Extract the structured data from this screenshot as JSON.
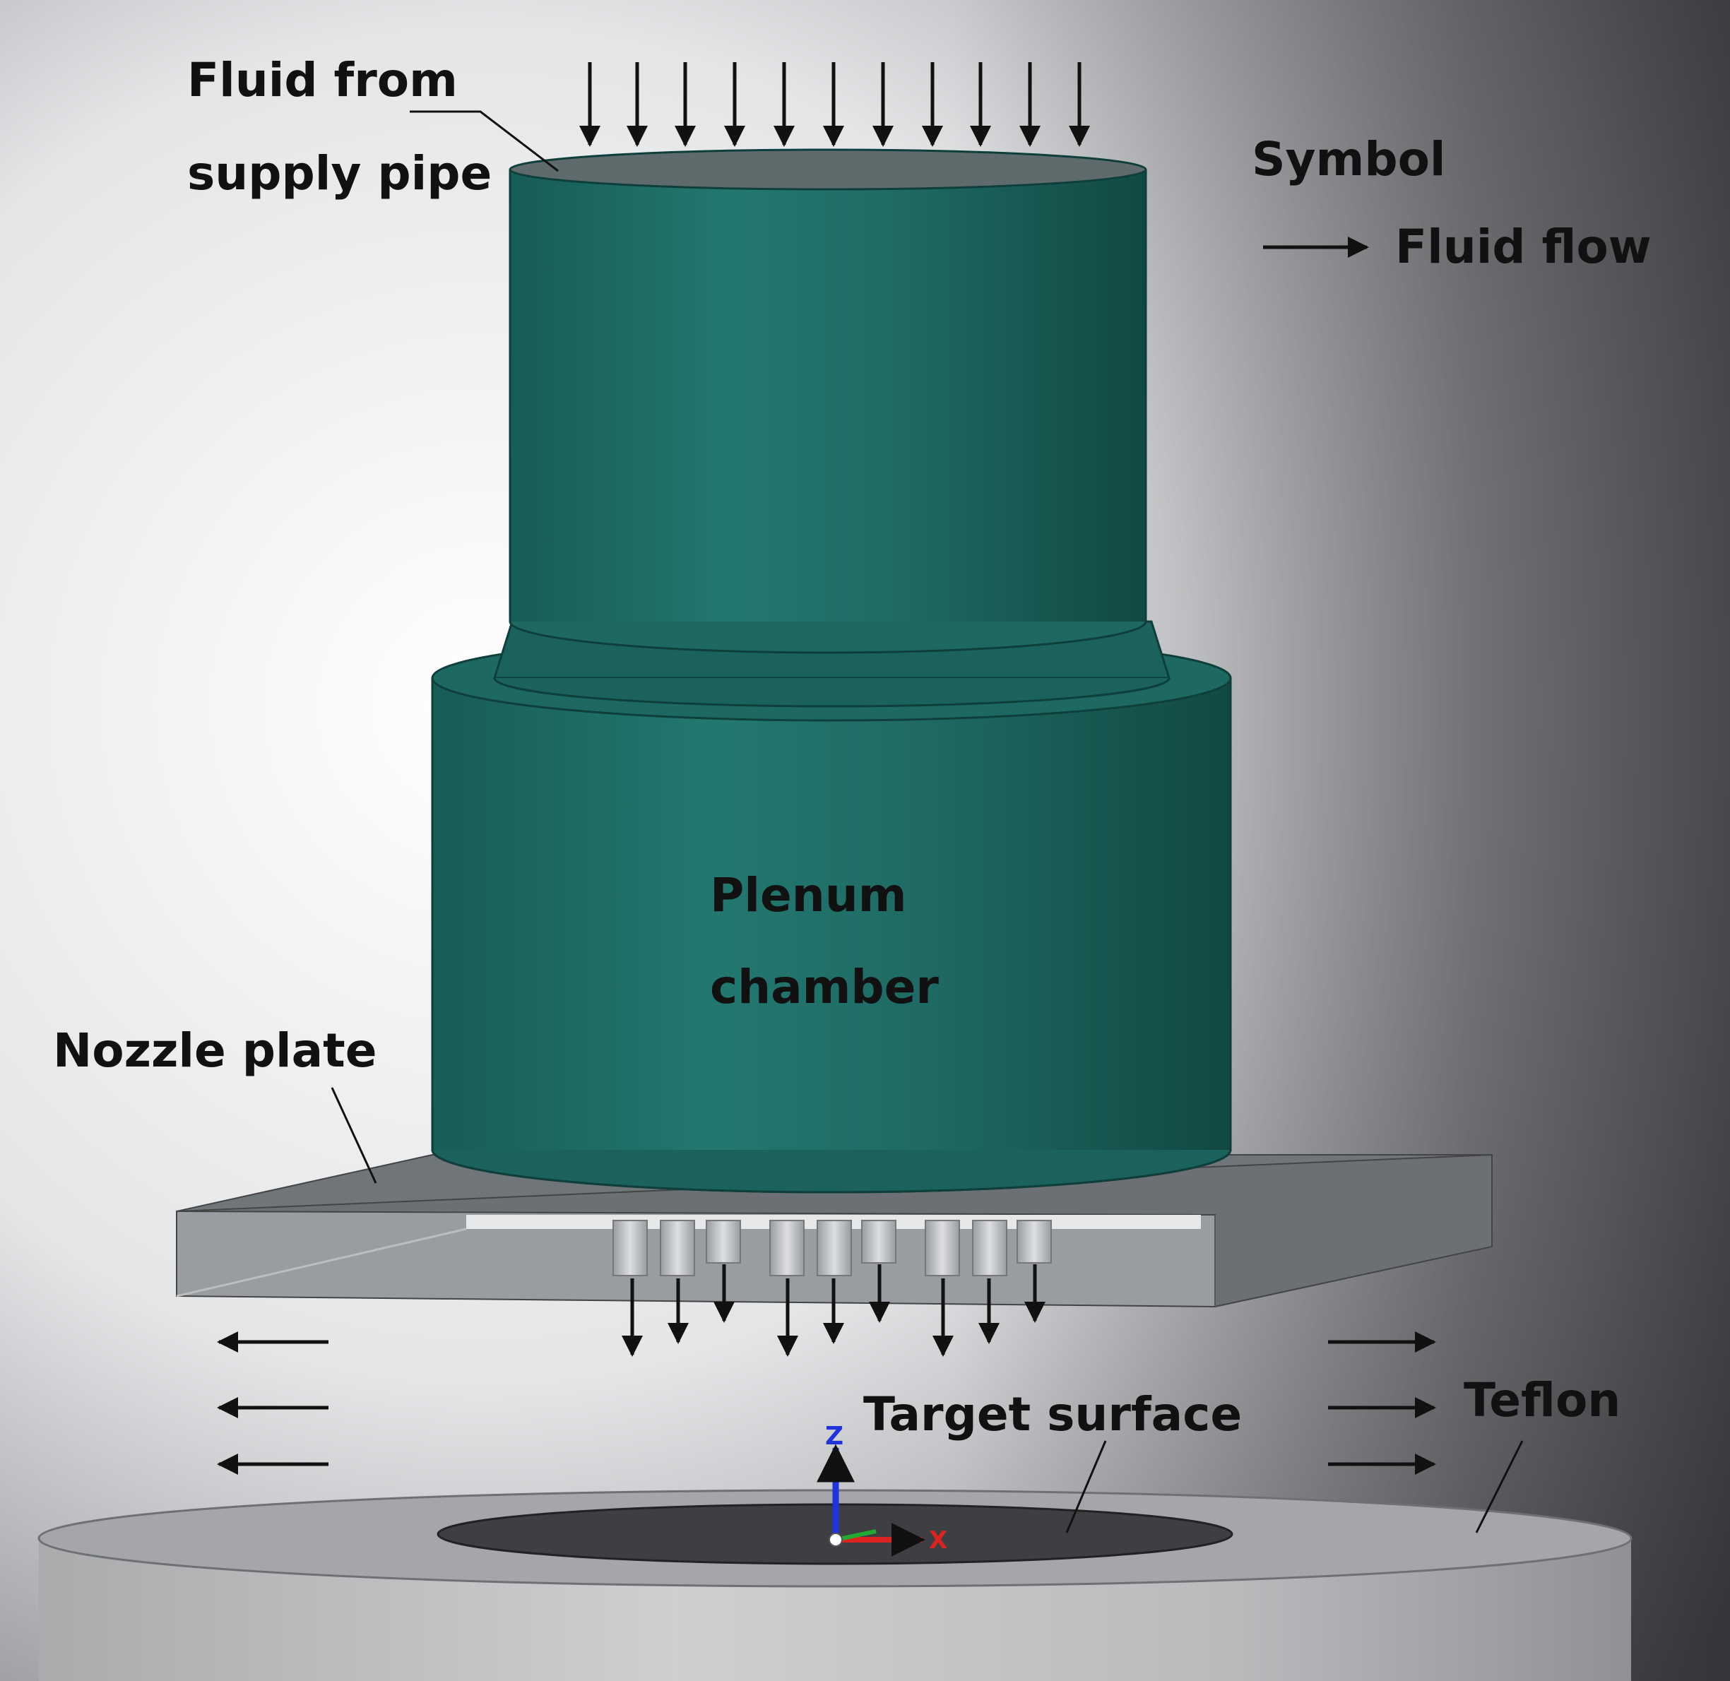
{
  "labels": {
    "fluid_line1": "Fluid from",
    "fluid_line2": "supply pipe",
    "symbol": "Symbol",
    "fluid_flow": "Fluid flow",
    "plenum_line1": "Plenum",
    "plenum_line2": "chamber",
    "nozzle_plate": "Nozzle plate",
    "target_surface": "Target surface",
    "teflon": "Teflon"
  },
  "axes": {
    "z": "Z",
    "x": "X"
  },
  "colors": {
    "cylinder": "#1f6b64",
    "cylinder_edge": "#0e3f3a",
    "plate": "#7f8489",
    "teflon": "#c4c6c8",
    "target": "#3d3f42",
    "arrow": "#111111",
    "axis_z": "#2233dd",
    "axis_x": "#dd2222",
    "axis_y": "#22aa33"
  },
  "icons": {
    "flow_arrow": "arrow-icon",
    "axis_triad": "axis-triad-icon"
  }
}
